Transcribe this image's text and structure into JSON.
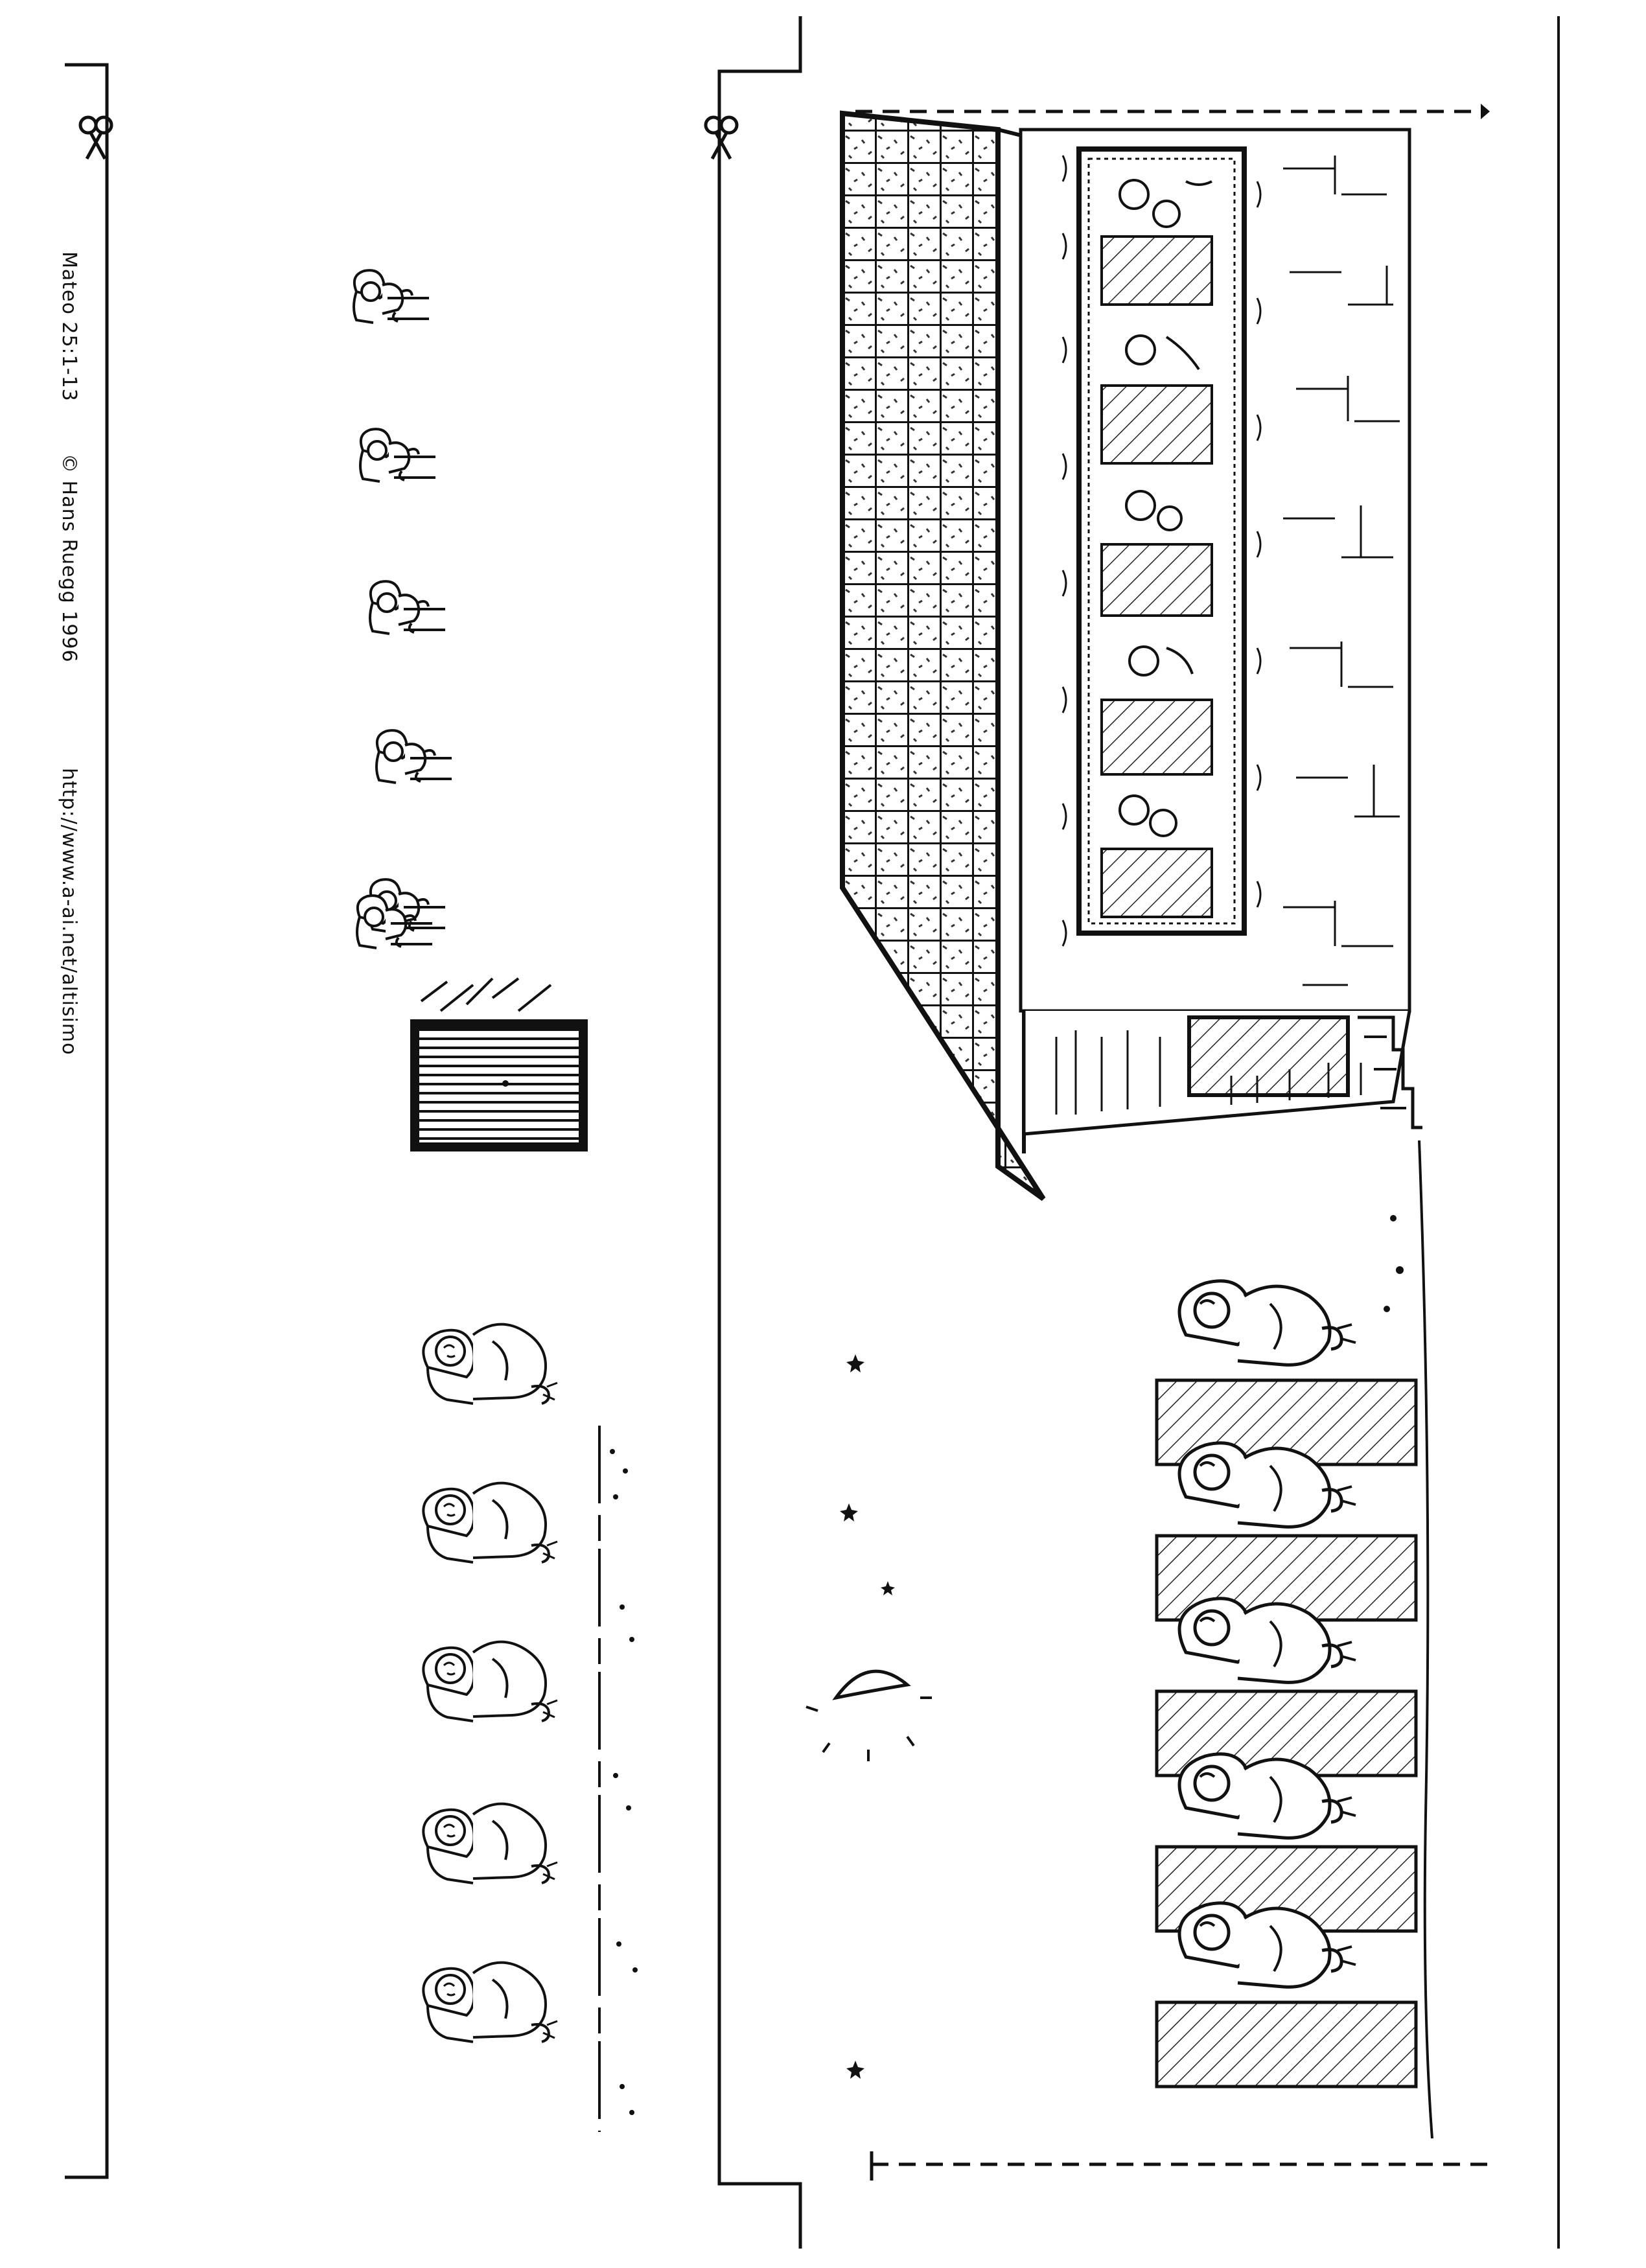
{
  "credits": {
    "reference": "Mateo 25:1-13",
    "copyright": "© Hans Ruegg 1996",
    "url": "http://www.a-ai.net/altisimo"
  },
  "colors": {
    "ink": "#111111",
    "paper": "#ffffff",
    "hatch": "#222222"
  },
  "icons": [
    "scissors-icon",
    "moon-icon",
    "star-icon"
  ]
}
